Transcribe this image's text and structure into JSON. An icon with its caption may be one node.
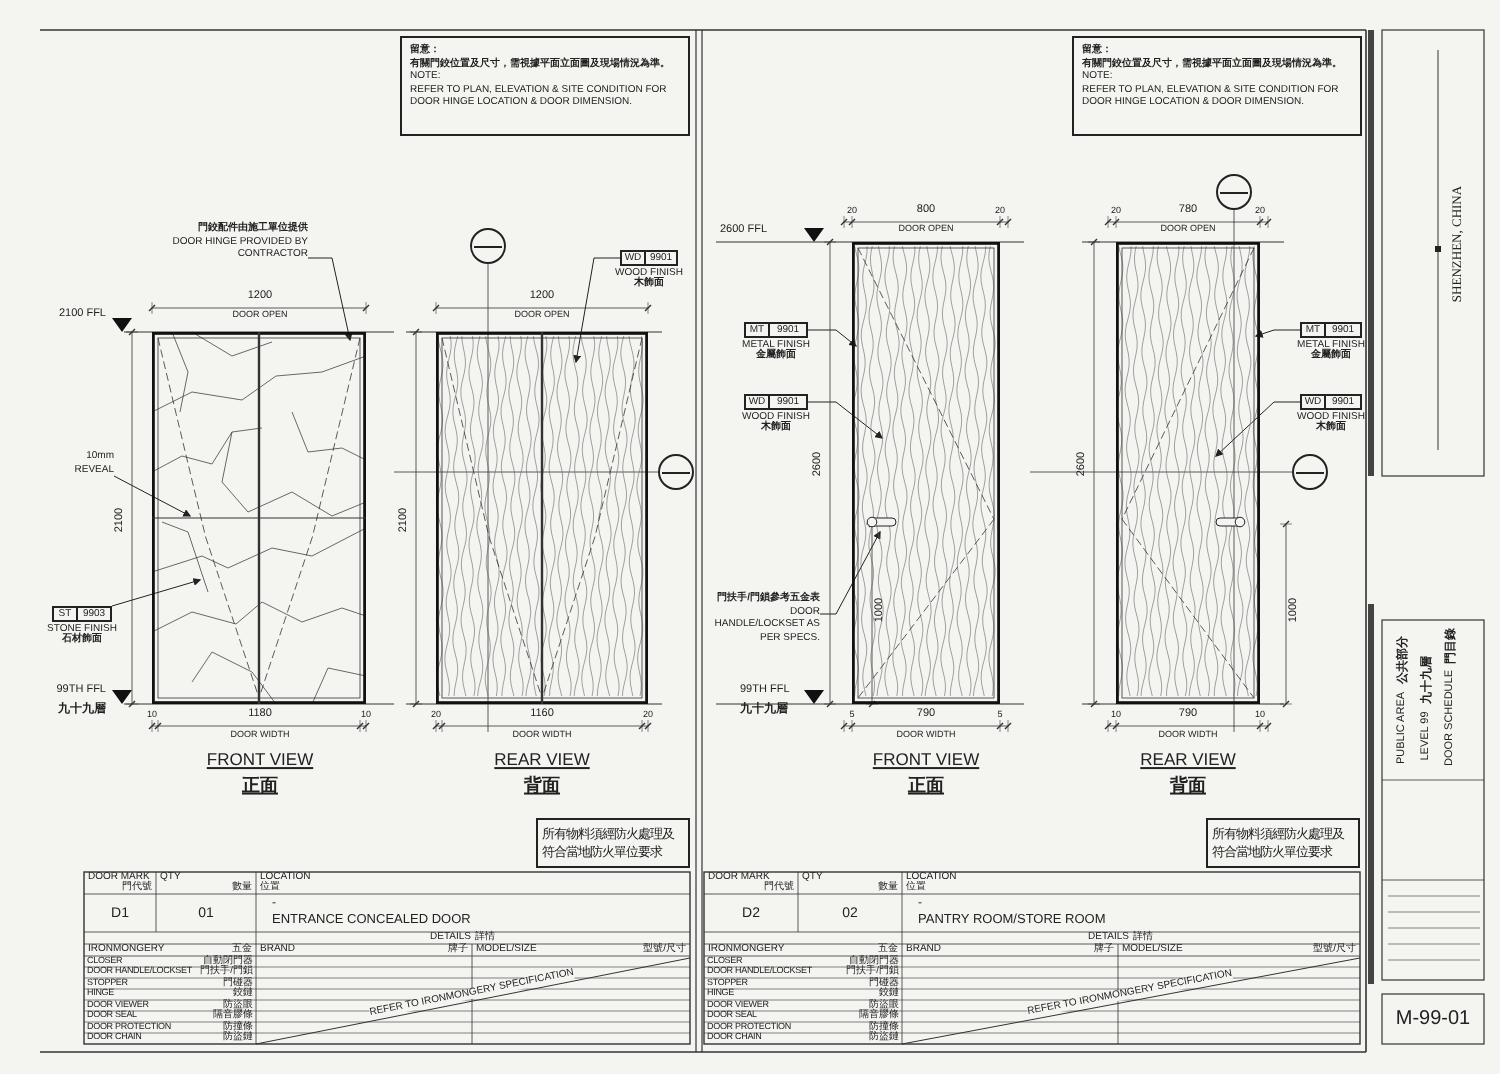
{
  "diagram": {
    "nodes": [
      {
        "text": [
          "留意：",
          "有關門鉸位置及尺寸，需視據平面立面圖及現場情況為準。",
          "NOTE:",
          "REFER TO PLAN, ELEVATION & SITE CONDITION FOR DOOR HINGE LOCATION & DOOR DIMENSION."
        ]
      },
      {
        "text": [
          "門鉸配件由施工單位提供",
          "DOOR HINGE PROVIDED BY CONTRACTOR"
        ]
      },
      {
        "text": [
          "10mm REVEAL"
        ]
      },
      {
        "text": [
          "ST",
          "9903"
        ],
        "beside": [
          "STONE FINISH",
          "石材飾面"
        ]
      },
      {
        "text": [],
        "shape": "picture"
      },
      {
        "text": [],
        "shape": "circle"
      },
      {
        "text": [
          "WD",
          "9901"
        ],
        "beside": [
          "WOOD FINISH",
          "木飾面"
        ]
      },
      {
        "text": [],
        "shape": "circle"
      },
      {
        "text": [],
        "shape": "picture"
      },
      {
        "text": [
          "所有物料須經防火處理及符合當地防火單位要求"
        ]
      },
      {
        "text": [
          "留意：",
          "有關門鉸位置及尺寸，需視據平面立面圖及現場情況為準。",
          "NOTE:",
          "REFER TO PLAN, ELEVATION & SITE CONDITION FOR DOOR HINGE LOCATION & DOOR DIMENSION."
        ]
      },
      {
        "text": [
          "MT",
          "9901"
        ],
        "beside": [
          "METAL FINISH",
          "金屬飾面"
        ]
      },
      {
        "text": [
          "WD",
          "9901"
        ],
        "beside": [
          "WOOD FINISH",
          "木飾面"
        ]
      },
      {
        "text": [
          "門扶手/門鎖參考五金表",
          "DOOR HANDLE/LOCKSET AS PER SPECS."
        ]
      },
      {
        "text": [],
        "shape": "picture"
      },
      {
        "text": [],
        "shape": "circle"
      },
      {
        "text": [
          "MT",
          "9901"
        ],
        "beside": [
          "METAL FINISH",
          "金屬飾面"
        ]
      },
      {
        "text": [
          "WD",
          "9901"
        ],
        "beside": [
          "WOOD FINISH",
          "木飾面"
        ]
      },
      {
        "text": [],
        "shape": "circle"
      },
      {
        "text": [],
        "shape": "picture"
      },
      {
        "text": [
          "所有物料須經防火處理及符合當地防火單位要求"
        ]
      }
    ],
    "edges": [
      {
        "from": 1,
        "to": 4,
        "arrow": "to"
      },
      {
        "from": 2,
        "to": 4,
        "arrow": "to"
      },
      {
        "from": 3,
        "to": 4,
        "arrow": "to"
      },
      {
        "from": 6,
        "to": 8,
        "arrow": "to"
      },
      {
        "from": 11,
        "to": 14,
        "arrow": "to"
      },
      {
        "from": 12,
        "to": 14,
        "arrow": "to"
      },
      {
        "from": 13,
        "to": 14,
        "arrow": "to"
      },
      {
        "from": 16,
        "to": 19,
        "arrow": "to"
      },
      {
        "from": 17,
        "to": 19,
        "arrow": "to"
      }
    ],
    "labels": [
      "2100 FFL",
      "1200",
      "DOOR OPEN",
      "1200",
      "DOOR OPEN",
      "2100",
      "2100",
      "99TH FFL",
      "九十九層",
      "10",
      "1180",
      "10",
      "DOOR WIDTH",
      "20",
      "1160",
      "20",
      "DOOR WIDTH",
      "FRONT VIEW",
      "正面",
      "REAR VIEW",
      "背面",
      "2600 FFL",
      "20",
      "800",
      "20",
      "DOOR OPEN",
      "20",
      "780",
      "20",
      "DOOR OPEN",
      "2600",
      "1000",
      "2600",
      "1000",
      "99TH FFL",
      "九十九層",
      "5",
      "790",
      "5",
      "DOOR WIDTH",
      "10",
      "790",
      "10",
      "DOOR WIDTH",
      "FRONT VIEW",
      "正面",
      "REAR VIEW",
      "背面",
      "DOOR MARK",
      "門代號",
      "QTY",
      "數量",
      "LOCATION",
      "位置",
      "D1",
      "01",
      "-",
      "ENTRANCE CONCEALED DOOR",
      "DETAILS",
      "詳情",
      "IRONMONGERY",
      "五金",
      "BRAND",
      "牌子",
      "MODEL/SIZE",
      "型號/尺寸",
      "CLOSER",
      "自動閉門器",
      "DOOR HANDLE/LOCKSET",
      "門扶手/門鎖",
      "STOPPER",
      "門碰器",
      "HINGE",
      "鉸鏈",
      "DOOR VIEWER",
      "防盜眼",
      "DOOR SEAL",
      "隔音膠條",
      "DOOR PROTECTION",
      "防撞條",
      "DOOR CHAIN",
      "防盜鏈",
      "REFER TO IRONMONGERY SPECIFICATION",
      "DOOR MARK",
      "門代號",
      "QTY",
      "數量",
      "LOCATION",
      "位置",
      "D2",
      "02",
      "-",
      "PANTRY ROOM/STORE ROOM",
      "DETAILS",
      "詳情",
      "IRONMONGERY",
      "五金",
      "BRAND",
      "牌子",
      "MODEL/SIZE",
      "型號/尺寸",
      "CLOSER",
      "自動閉門器",
      "DOOR HANDLE/LOCKSET",
      "門扶手/門鎖",
      "STOPPER",
      "門碰器",
      "HINGE",
      "鉸鏈",
      "DOOR VIEWER",
      "防盜眼",
      "DOOR SEAL",
      "隔音膠條",
      "DOOR PROTECTION",
      "防撞條",
      "DOOR CHAIN",
      "防盜鏈",
      "REFER TO IRONMONGERY SPECIFICATION",
      "SHENZHEN, CHINA",
      "PUBLIC AREA",
      "公共部分",
      "LEVEL 99",
      "九十九層",
      "DOOR SCHEDULE",
      "門目錄",
      "M-99-01"
    ]
  }
}
